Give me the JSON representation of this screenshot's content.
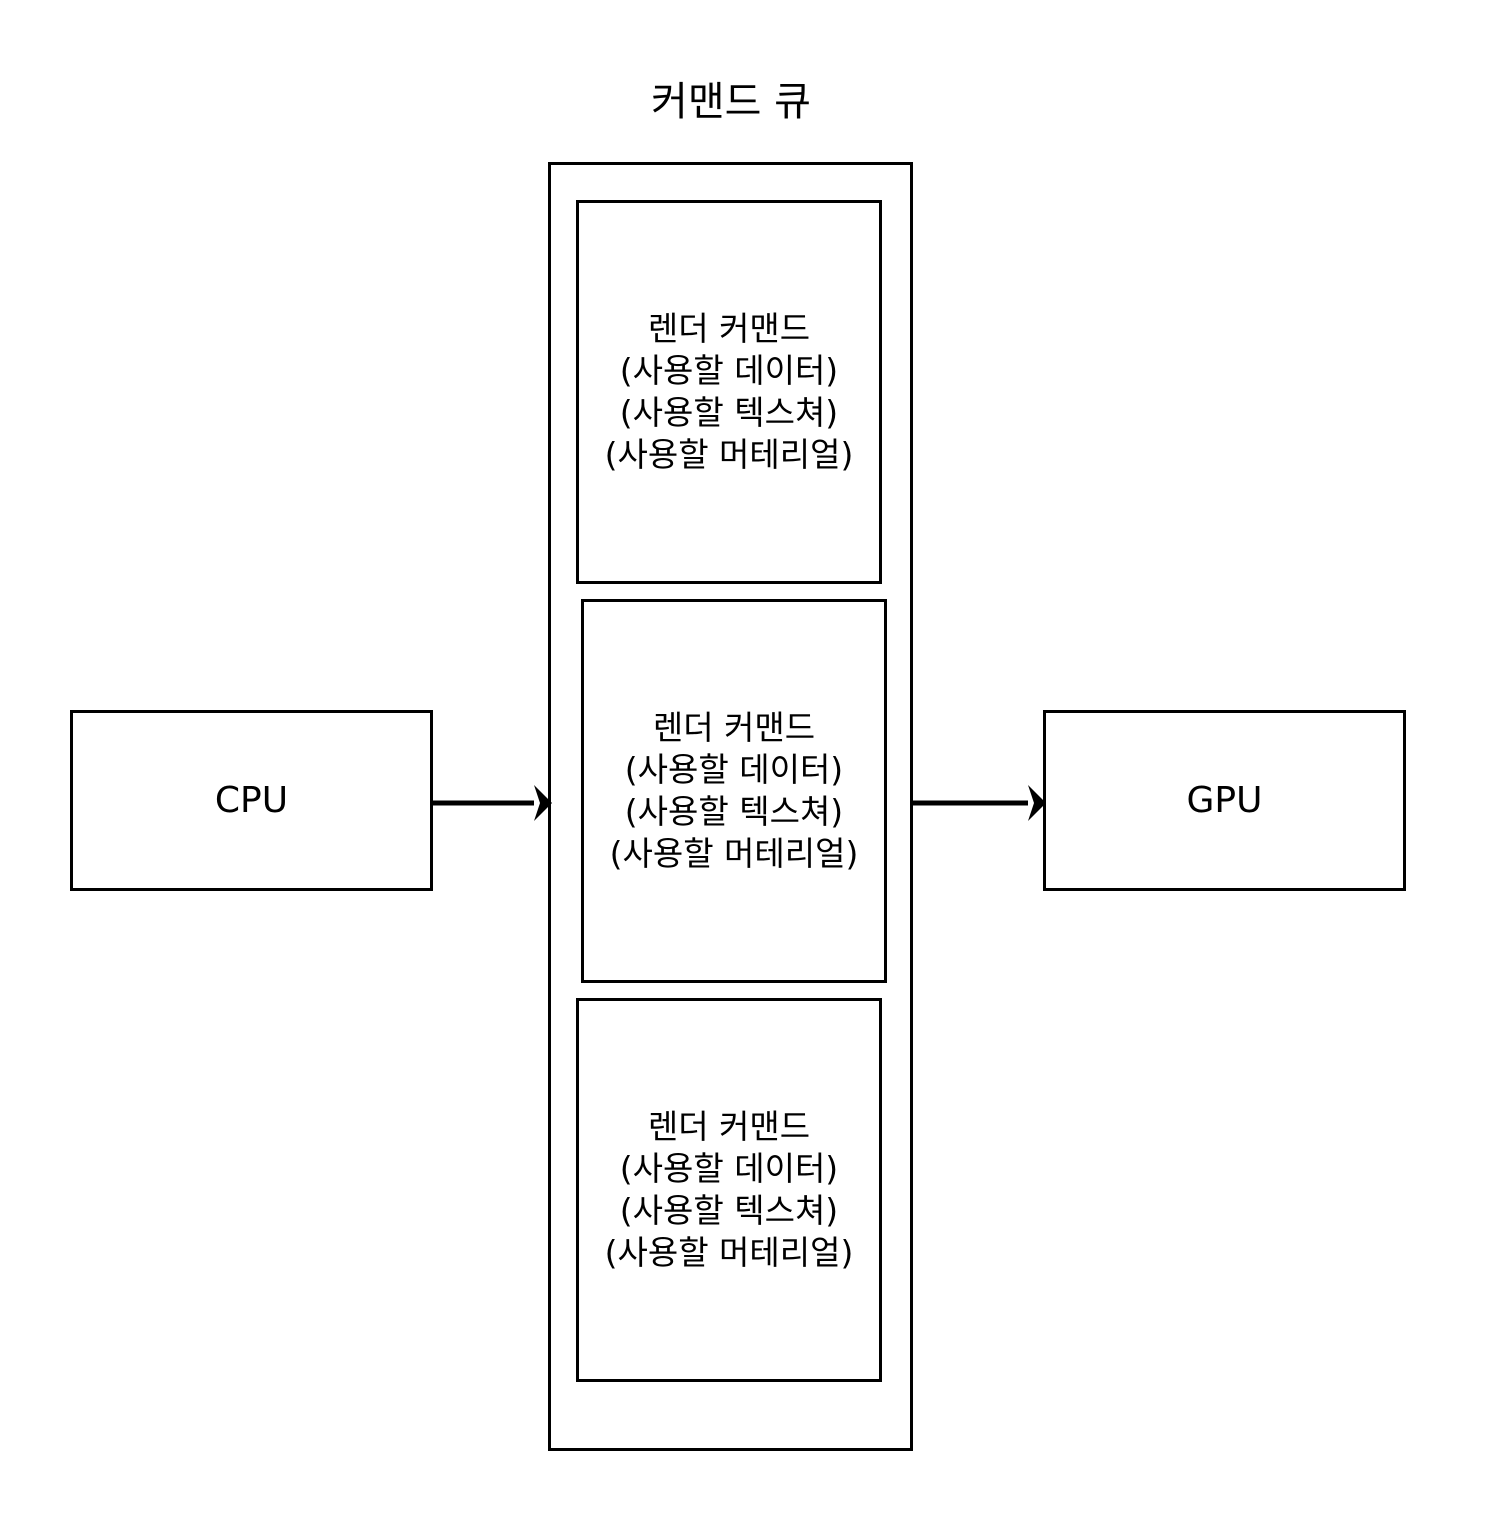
{
  "diagram": {
    "title": "커맨드 큐",
    "background_color": "#ffffff",
    "stroke_color": "#000000",
    "endpoints": {
      "cpu": {
        "label": "CPU"
      },
      "gpu": {
        "label": "GPU"
      }
    },
    "queue": {
      "title": "커맨드 큐",
      "commands": [
        {
          "text": "렌더 커맨드\n(사용할 데이터)\n(사용할 텍스쳐)\n(사용할 머테리얼)"
        },
        {
          "text": "렌더 커맨드\n(사용할 데이터)\n(사용할 텍스쳐)\n(사용할 머테리얼)"
        },
        {
          "text": "렌더 커맨드\n(사용할 데이터)\n(사용할 텍스쳐)\n(사용할 머테리얼)"
        }
      ]
    },
    "arrows": [
      {
        "name": "cpu-to-queue",
        "from": "CPU",
        "to": "커맨드 큐",
        "direction": "right"
      },
      {
        "name": "queue-to-gpu",
        "from": "커맨드 큐",
        "to": "GPU",
        "direction": "right"
      }
    ]
  }
}
